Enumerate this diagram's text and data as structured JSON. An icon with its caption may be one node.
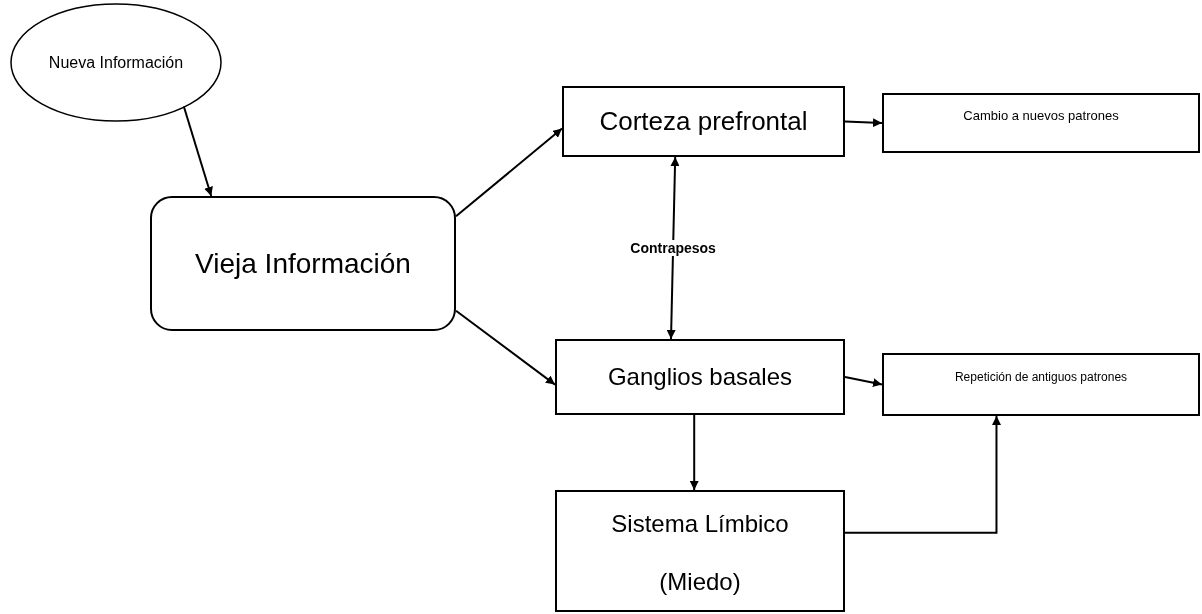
{
  "diagram": {
    "nodes": [
      {
        "text": [
          "Nueva Información"
        ]
      },
      {
        "text": [
          "Vieja Información"
        ]
      },
      {
        "text": [
          "Corteza prefrontal"
        ]
      },
      {
        "text": [
          "Cambio a nuevos patrones"
        ]
      },
      {
        "text": [
          "Ganglios basales"
        ]
      },
      {
        "text": [
          "Repetición de antiguos patrones"
        ]
      },
      {
        "text": [
          "Sistema Límbico",
          "(Miedo)"
        ]
      }
    ],
    "edges": [
      {
        "from": 0,
        "to": 1,
        "arrow": "to"
      },
      {
        "from": 1,
        "to": 2,
        "arrow": "to"
      },
      {
        "from": 1,
        "to": 4,
        "arrow": "to"
      },
      {
        "from": 2,
        "to": 3,
        "arrow": "to"
      },
      {
        "from": 4,
        "to": 5,
        "arrow": "to"
      },
      {
        "from": 2,
        "to": 4,
        "arrow": "both",
        "label": "Contrapesos"
      },
      {
        "from": 4,
        "to": 6,
        "arrow": "to"
      },
      {
        "from": 6,
        "to": 5,
        "arrow": "to"
      }
    ]
  }
}
